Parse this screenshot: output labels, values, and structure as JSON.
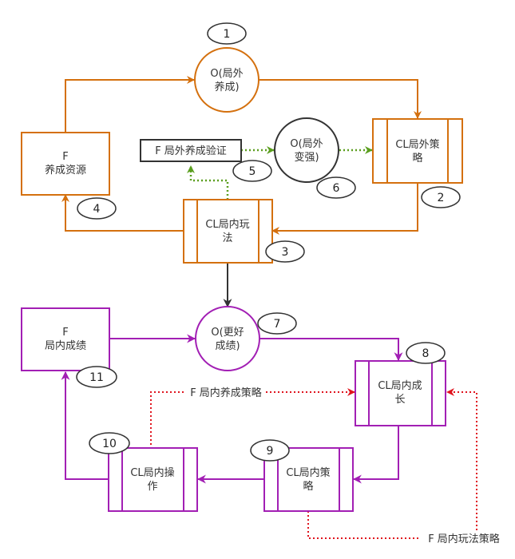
{
  "colors": {
    "orange": "#d4700e",
    "purple": "#a21fb4",
    "green": "#5a9e1e",
    "red": "#e0141e",
    "dark": "#333333"
  },
  "nodes": {
    "o_outside_grow": [
      "O(局外",
      "养成)"
    ],
    "cl_outside_strategy": [
      "CL局外策",
      "略"
    ],
    "f_grow_resources": [
      "F",
      "养成资源"
    ],
    "f_outside_verify": [
      "F 局外养成验证"
    ],
    "o_outside_stronger": [
      "O(局外",
      "变强)"
    ],
    "cl_inside_play": [
      "CL局内玩",
      "法"
    ],
    "f_inside_score": [
      "F",
      "局内成绩"
    ],
    "o_better_score": [
      "O(更好",
      "成绩)"
    ],
    "cl_inside_growth": [
      "CL局内成",
      "长"
    ],
    "cl_inside_operation": [
      "CL局内操",
      "作"
    ],
    "cl_inside_strategy": [
      "CL局内策",
      "略"
    ]
  },
  "badges": [
    "1",
    "2",
    "3",
    "4",
    "5",
    "6",
    "7",
    "8",
    "9",
    "10",
    "11"
  ],
  "edge_labels": {
    "inside_grow_strategy": "F 局内养成策略",
    "inside_play_strategy": "F 局内玩法策略"
  }
}
